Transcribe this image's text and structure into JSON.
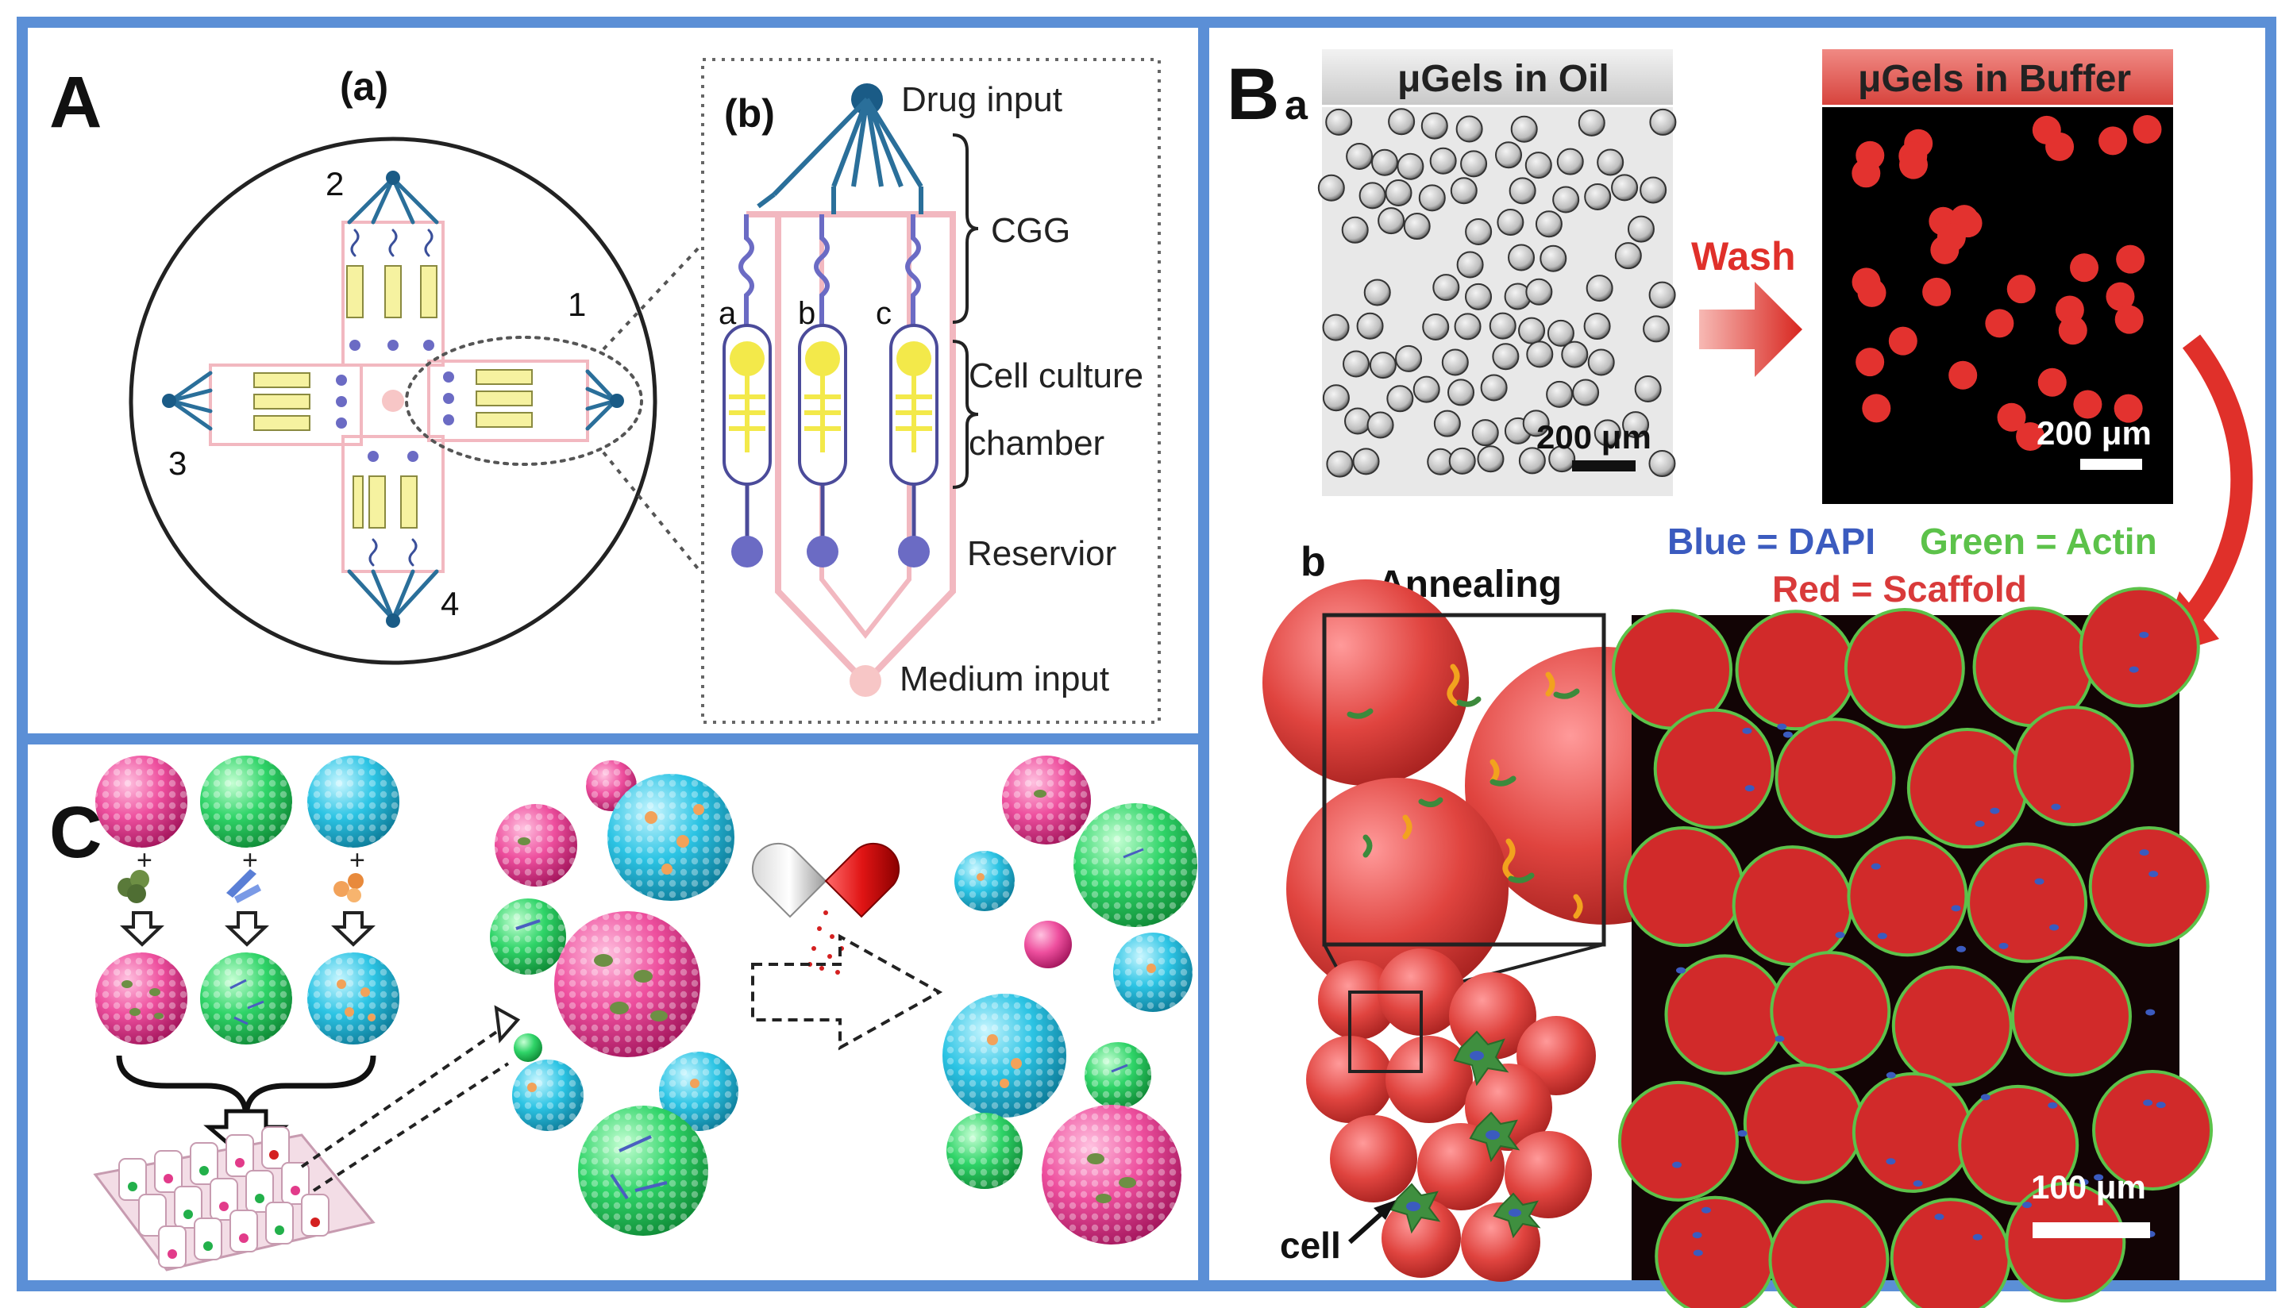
{
  "panelA": {
    "letter": "A",
    "sub_a": "(a)",
    "sub_b": "(b)",
    "arm_labels": [
      "1",
      "2",
      "3",
      "4"
    ],
    "channel_labels": [
      "a",
      "b",
      "c"
    ],
    "drug_input": "Drug input",
    "cgg": "CGG",
    "cell_culture": "Cell culture",
    "chamber": "chamber",
    "reservoir": "Reservior",
    "medium_input": "Medium input"
  },
  "panelB": {
    "letter": "B",
    "sub_a": "a",
    "sub_b": "b",
    "oil_title": "μGels in Oil",
    "buffer_title": "μGels in Buffer",
    "wash": "Wash",
    "scale_oil": "200 μm",
    "scale_buffer": "200 μm",
    "legend_blue": "Blue = DAPI",
    "legend_green": "Green = Actin",
    "legend_red": "Red = Scaffold",
    "annealing": "Annealing",
    "cell": "cell",
    "scale_confocal": "100 μm"
  },
  "panelC": {
    "letter": "C",
    "plus": "+"
  },
  "colors": {
    "frame": "#5b8fd6",
    "pink": "#ee4f9e",
    "green": "#33d66a",
    "cyan": "#2cc4e4",
    "scaffold_red": "#d93a3a",
    "wash_red": "#e0302a",
    "dapi_blue": "#3b5bbf",
    "actin_green": "#5cc24a"
  }
}
